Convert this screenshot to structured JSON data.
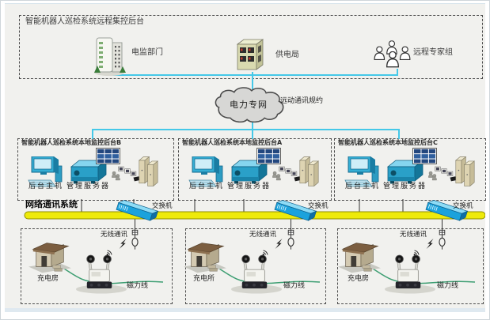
{
  "remote": {
    "title": "智能机器人巡检系统远程集控后台",
    "nodes": [
      {
        "label": "电监部门",
        "icon": "office-building-icon"
      },
      {
        "label": "供电局",
        "icon": "power-bureau-building-icon"
      },
      {
        "label": "远程专家组",
        "icon": "expert-group-icon"
      }
    ]
  },
  "wan": {
    "cloud_label": "电力专网",
    "protocol_label": "远动通讯规约"
  },
  "local_backends": [
    {
      "title": "智能机器人巡检系统本地监控后台B",
      "host_label": "后台主机",
      "server_label": "管理服务器"
    },
    {
      "title": "智能机器人巡检系统本地监控后台A",
      "host_label": "后台主机",
      "server_label": "管理服务器"
    },
    {
      "title": "智能机器人巡检系统本地监控后台C",
      "host_label": "后台主机",
      "server_label": "管理服务器"
    }
  ],
  "network_layer": {
    "label": "网络通讯系统",
    "switches": [
      {
        "label": "交换机"
      },
      {
        "label": "交换机"
      },
      {
        "label": "交换机"
      }
    ]
  },
  "field_sites": [
    {
      "wireless_label": "无线通讯",
      "charging_label": "充电房",
      "magnetic_label": "磁力线"
    },
    {
      "wireless_label": "无线通讯",
      "charging_label": "充电所",
      "magnetic_label": "磁力线"
    },
    {
      "wireless_label": "无线通讯",
      "charging_label": "充电房",
      "magnetic_label": "磁力线"
    }
  ],
  "colors": {
    "link_cyan": "#45c8e8",
    "bus_yellow": "#eeea0a",
    "switch_blue": "#1ba2dc",
    "magnetic_green": "#3d9e72",
    "background": "#f1f1ee"
  }
}
